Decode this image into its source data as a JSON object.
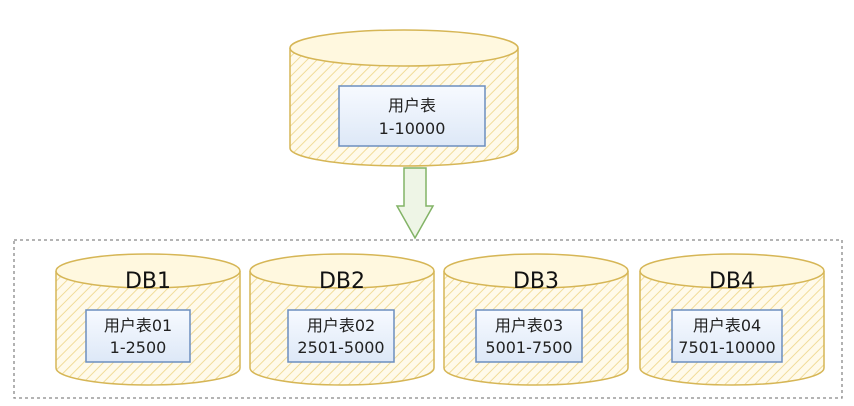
{
  "source": {
    "table_name": "用户表",
    "range": "1-10000"
  },
  "arrow": {
    "icon": "down-arrow-icon",
    "color": "#82b366"
  },
  "shards": [
    {
      "db": "DB1",
      "table_name": "用户表01",
      "range": "1-2500"
    },
    {
      "db": "DB2",
      "table_name": "用户表02",
      "range": "2501-5000"
    },
    {
      "db": "DB3",
      "table_name": "用户表03",
      "range": "5001-7500"
    },
    {
      "db": "DB4",
      "table_name": "用户表04",
      "range": "7501-10000"
    }
  ],
  "colors": {
    "cylinder_fill": "#fff4cc",
    "cylinder_stroke": "#d6b656",
    "table_fill": "#dae8fc",
    "table_stroke": "#6c8ebf",
    "group_border": "#888888"
  }
}
